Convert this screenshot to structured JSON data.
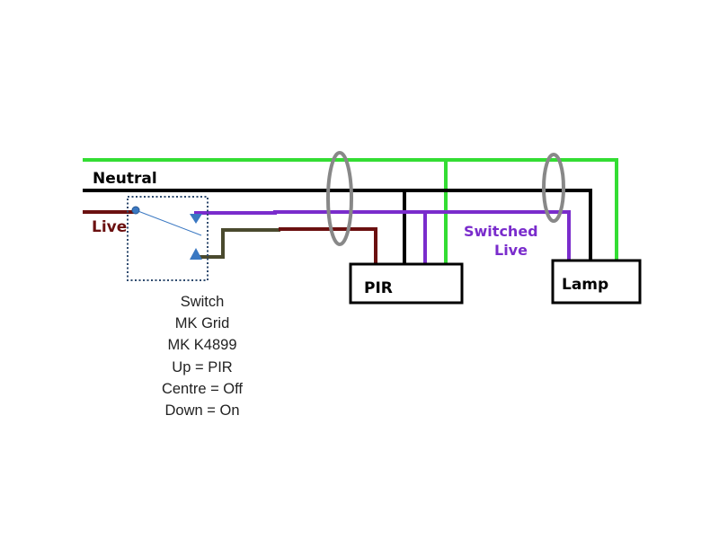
{
  "wires": {
    "earth": {
      "color": "#33dd33"
    },
    "neutral": {
      "label": "Neutral",
      "color": "#000000"
    },
    "live": {
      "label": "Live",
      "color": "#6b1010"
    },
    "switched_live": {
      "label_line1": "Switched",
      "label_line2": "Live",
      "color": "#7a2ccc"
    },
    "switch_common_out": {
      "color": "#4a4a2e"
    }
  },
  "cable_sleeve_color": "#888888",
  "switch_accent_color": "#3a78c2",
  "devices": {
    "pir": {
      "label": "PIR"
    },
    "lamp": {
      "label": "Lamp"
    }
  },
  "notes": [
    "Switch",
    "MK Grid",
    "MK K4899",
    "Up = PIR",
    "Centre = Off",
    "Down = On"
  ]
}
